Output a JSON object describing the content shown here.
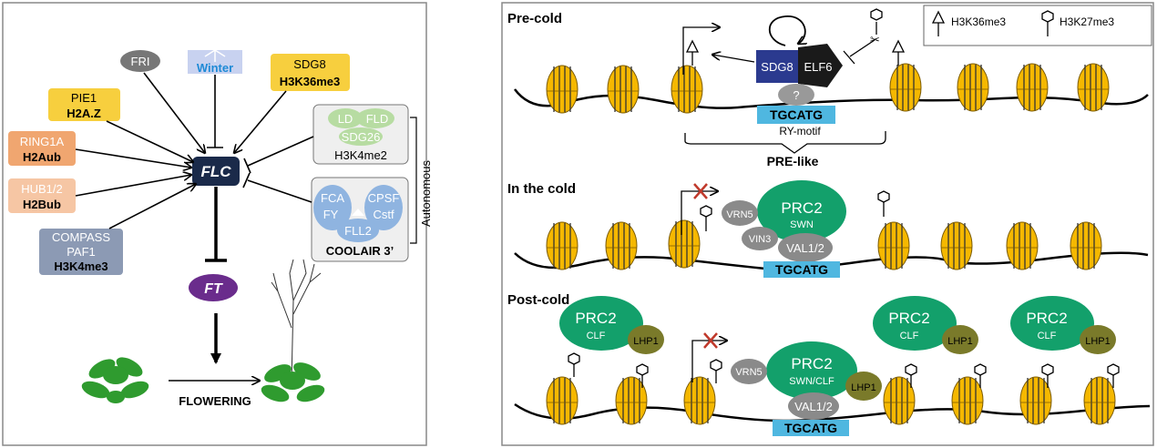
{
  "left": {
    "inputs": {
      "fri": "FRI",
      "winter": "Winter",
      "sdg8": "SDG8",
      "h3k36": "H3K36me3",
      "pie1": "PIE1",
      "h2az": "H2A.Z",
      "ring1a": "RING1A",
      "h2aub": "H2Aub",
      "hub12": "HUB1/2",
      "h2bub": "H2Bub",
      "compass": "COMPASS",
      "paf1": "PAF1",
      "h3k4me3": "H3K4me3"
    },
    "autonomous_box1": {
      "ld": "LD",
      "fld": "FLD",
      "sdg26": "SDG26",
      "mark": "H3K4me2"
    },
    "autonomous_box2": {
      "fca": "FCA",
      "cpsf": "CPSF",
      "fy": "FY",
      "cstf": "Cstf",
      "fll2": "FLL2",
      "label": "COOLAIR 3’"
    },
    "autonomous_label": "Autonomous",
    "flc": "FLC",
    "ft": "FT",
    "flowering": "FLOWERING"
  },
  "legend": {
    "k36": "H3K36me3",
    "k27": "H3K27me3"
  },
  "precold": {
    "title": "Pre-cold",
    "sdg8": "SDG8",
    "elf6": "ELF6",
    "q": "?",
    "motif": "TGCATG",
    "ry": "RY-motif",
    "prelike": "PRE-like"
  },
  "cold": {
    "title": "In the cold",
    "vrn5": "VRN5",
    "prc2": "PRC2",
    "swn": "SWN",
    "vin3": "VIN3",
    "val": "VAL1/2",
    "motif": "TGCATG"
  },
  "postcold": {
    "title": "Post-cold",
    "prc2": "PRC2",
    "clf": "CLF",
    "lhp1": "LHP1",
    "vrn5": "VRN5",
    "swnclf": "SWN/CLF",
    "val": "VAL1/2",
    "motif": "TGCATG"
  },
  "colors": {
    "flc": "#1a2a4a",
    "ft": "#6a2c8c",
    "prc2": "#13a06b",
    "lhp1": "#7a7a2a",
    "motif": "#4fb7e0",
    "sdg8": "#2b3a8f",
    "nucleosome": "#f5b800"
  }
}
